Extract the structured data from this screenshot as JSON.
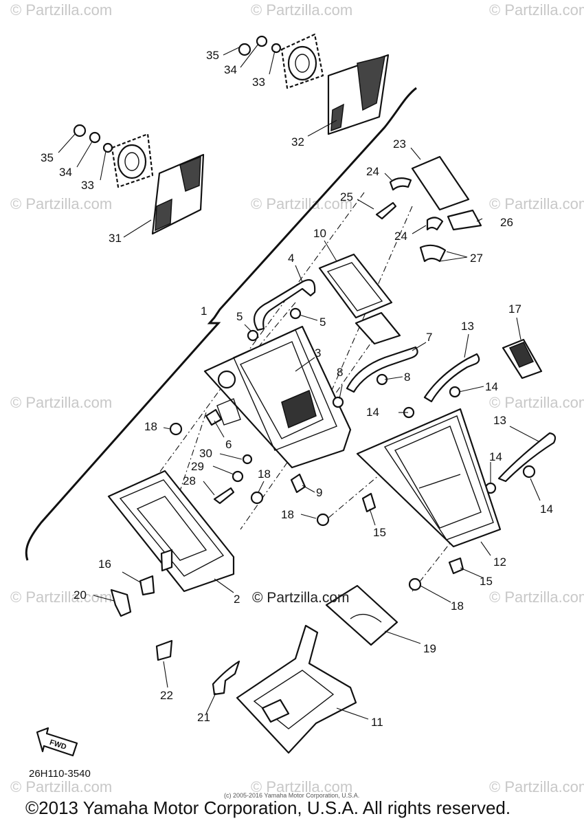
{
  "watermark": "© Partzilla.com",
  "center_watermark": "© Partzilla.com",
  "labels": {
    "p1": "1",
    "p2": "2",
    "p3": "3",
    "p4": "4",
    "p5a": "5",
    "p5b": "5",
    "p6": "6",
    "p7": "7",
    "p8a": "8",
    "p8b": "8",
    "p9": "9",
    "p10": "10",
    "p11": "11",
    "p12": "12",
    "p13a": "13",
    "p13b": "13",
    "p14a": "14",
    "p14b": "14",
    "p14c": "14",
    "p14d": "14",
    "p15a": "15",
    "p15b": "15",
    "p16": "16",
    "p17": "17",
    "p18a": "18",
    "p18b": "18",
    "p18c": "18",
    "p18d": "18",
    "p19": "19",
    "p20": "20",
    "p21": "21",
    "p22": "22",
    "p23": "23",
    "p24a": "24",
    "p24b": "24",
    "p25": "25",
    "p26": "26",
    "p27": "27",
    "p28": "28",
    "p29": "29",
    "p30": "30",
    "p31": "31",
    "p32": "32",
    "p33a": "33",
    "p33b": "33",
    "p34a": "34",
    "p34b": "34",
    "p35a": "35",
    "p35b": "35"
  },
  "fwd_label": "FWD",
  "diagram_code": "26H110-3540",
  "small_copyright": "(c) 2005-2016 Yamaha Motor Corporation, U.S.A.",
  "copyright": "©2013 Yamaha Motor Corporation, U.S.A. All rights reserved."
}
